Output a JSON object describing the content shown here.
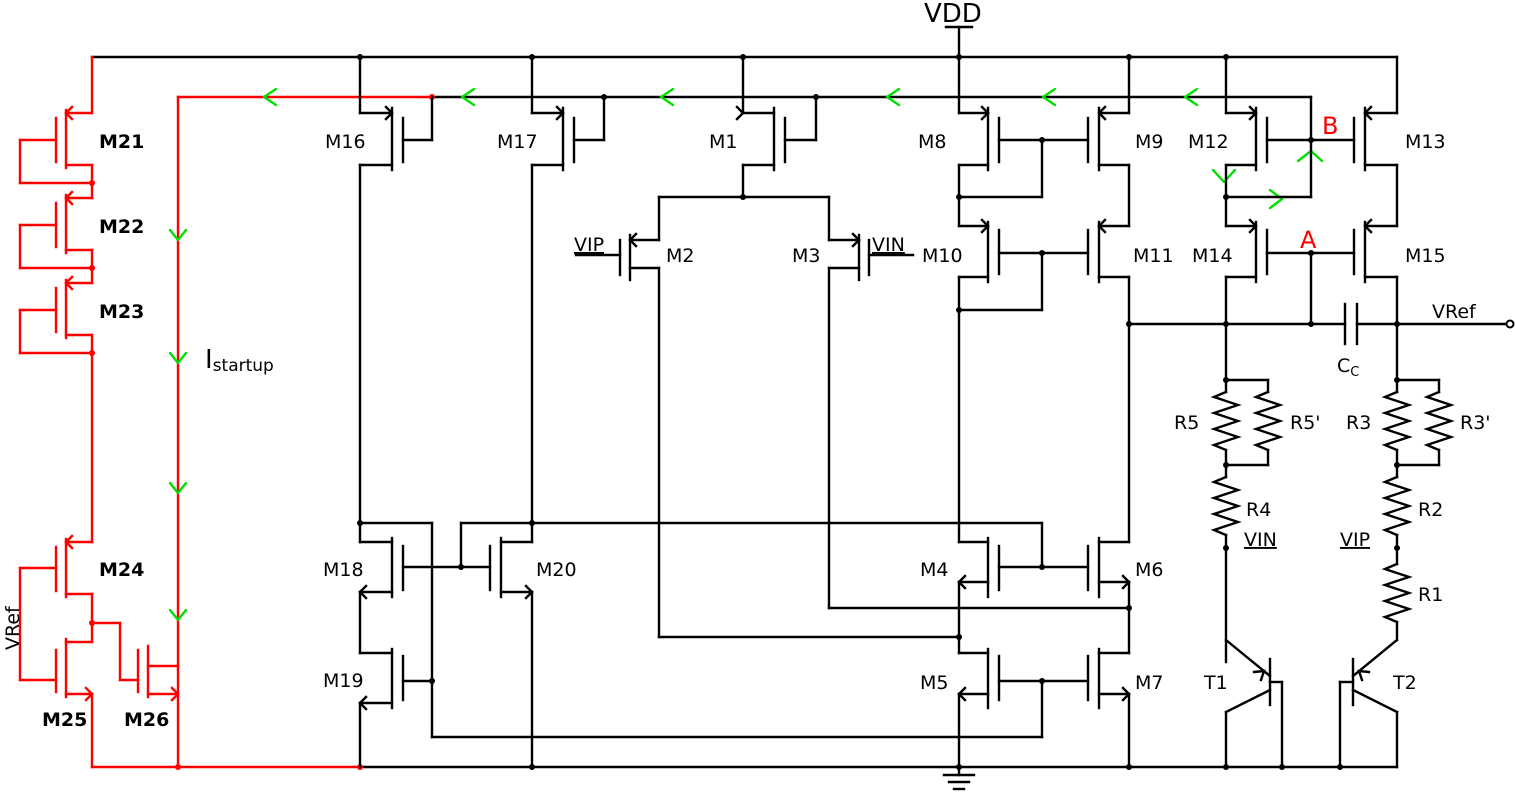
{
  "supply": {
    "vdd": "VDD"
  },
  "startup": {
    "current_main": "I",
    "current_sub": "startup",
    "transistors": [
      "M21",
      "M22",
      "M23",
      "M24",
      "M25",
      "M26"
    ],
    "vref_label": "VRef"
  },
  "mirror": {
    "transistors": [
      "M16",
      "M17",
      "M18",
      "M19",
      "M20"
    ]
  },
  "amplifier": {
    "transistors": [
      "M1",
      "M2",
      "M3",
      "M4",
      "M5",
      "M6",
      "M7",
      "M8",
      "M9",
      "M10",
      "M11"
    ],
    "input_plus": "VIP",
    "input_minus": "VIN"
  },
  "core": {
    "transistors": [
      "M12",
      "M13",
      "M14",
      "M15"
    ],
    "node_a": "A",
    "node_b": "B",
    "cap_main": "C",
    "cap_sub": "C",
    "resistors": [
      "R5",
      "R5'",
      "R4",
      "R3",
      "R3'",
      "R2",
      "R1"
    ],
    "vin": "VIN",
    "vip": "VIP",
    "bjts": [
      "T1",
      "T2"
    ],
    "output": "VRef"
  },
  "colors": {
    "wire": "#000000",
    "startup": "#ff0000",
    "current_arrow": "#00e000",
    "node_label": "#ff0000"
  }
}
